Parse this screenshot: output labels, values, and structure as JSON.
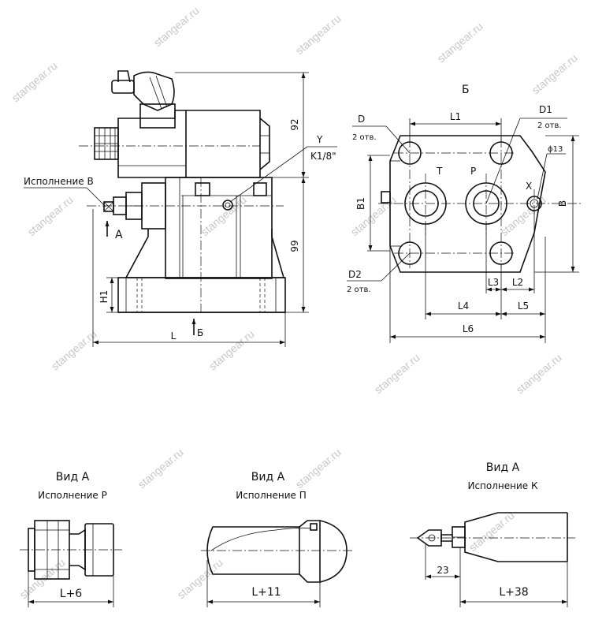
{
  "watermark": "stangear.ru",
  "front_view": {
    "variant_b_label": "Исполнение В",
    "view_a_arrow": "A",
    "view_b_arrow": "Б",
    "port_label_y": "Y",
    "port_thread": "K1/8\"",
    "dim_92": "92",
    "dim_99": "99",
    "dim_h1": "H1",
    "dim_l": "L"
  },
  "bottom_view": {
    "title": "Б",
    "d_label": "D",
    "d_holes": "2 отв.",
    "l1": "L1",
    "d1_label": "D1",
    "d1_holes": "2 отв.",
    "diam13": "ϕ13",
    "port_t": "T",
    "port_p": "P",
    "port_x": "X",
    "b1": "B1",
    "b": "B",
    "d2_label": "D2",
    "d2_holes": "2 отв.",
    "l3": "L3",
    "l2": "L2",
    "l4": "L4",
    "l5": "L5",
    "l6": "L6"
  },
  "details": [
    {
      "view": "Вид А",
      "variant": "Исполнение Р",
      "dim": "L+6"
    },
    {
      "view": "Вид А",
      "variant": "Исполнение П",
      "dim": "L+11"
    },
    {
      "view": "Вид А",
      "variant": "Исполнение К",
      "dim": "L+38",
      "dim2": "23"
    }
  ]
}
